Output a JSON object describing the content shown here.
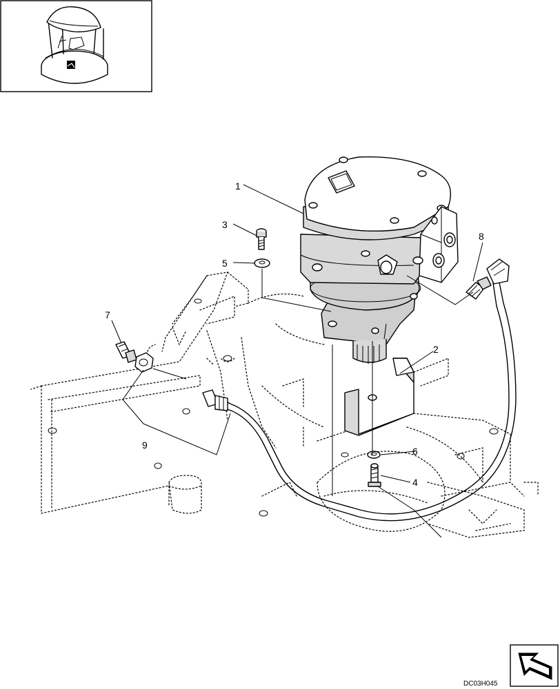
{
  "diagram": {
    "reference_code": "DC03H045",
    "callouts": [
      {
        "id": "c1",
        "label": "1"
      },
      {
        "id": "c2",
        "label": "2"
      },
      {
        "id": "c3",
        "label": "3"
      },
      {
        "id": "c4",
        "label": "4"
      },
      {
        "id": "c5",
        "label": "5"
      },
      {
        "id": "c6",
        "label": "6"
      },
      {
        "id": "c7",
        "label": "7"
      },
      {
        "id": "c8",
        "label": "8"
      },
      {
        "id": "c9",
        "label": "9"
      }
    ],
    "icons": {
      "locator": "machine-locator-icon",
      "navigation": "next-page-arrow-icon"
    }
  }
}
